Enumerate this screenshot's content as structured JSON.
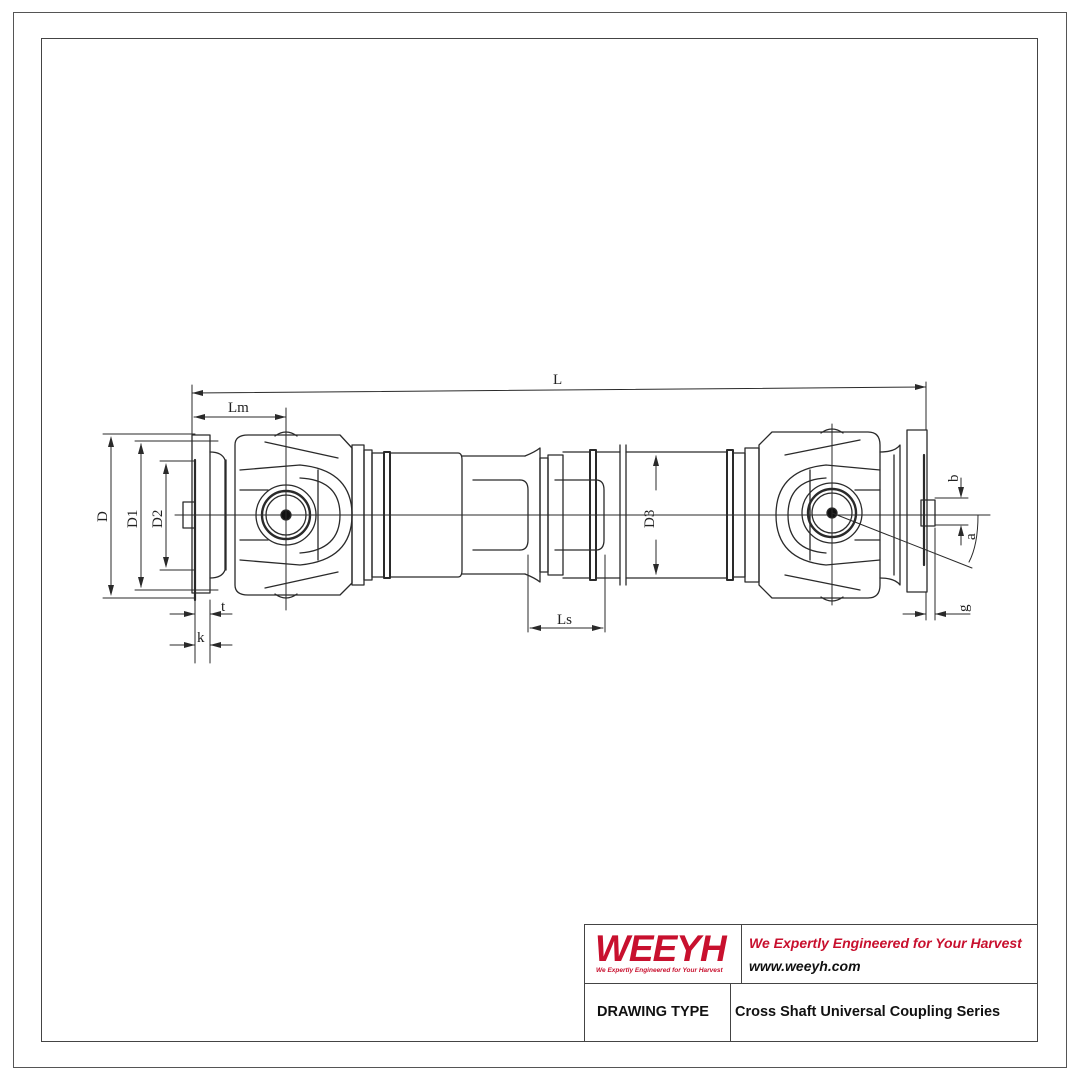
{
  "drawing": {
    "dimension_labels": {
      "L": "L",
      "Lm": "Lm",
      "D": "D",
      "D1": "D1",
      "D2": "D2",
      "D3": "D3",
      "Ls": "Ls",
      "t": "t",
      "k": "k",
      "b": "b",
      "a": "a",
      "g": "g"
    },
    "line_color": "#2a2a2a"
  },
  "title_block": {
    "logo": "WEEYH",
    "logo_subtitle": "We Expertly Engineered for Your Harvest",
    "slogan": "We Expertly Engineered for Your Harvest",
    "website": "www.weeyh.com",
    "drawing_type_label": "DRAWING TYPE",
    "drawing_type_value": "Cross Shaft Universal Coupling Series",
    "brand_color": "#c8102e"
  }
}
